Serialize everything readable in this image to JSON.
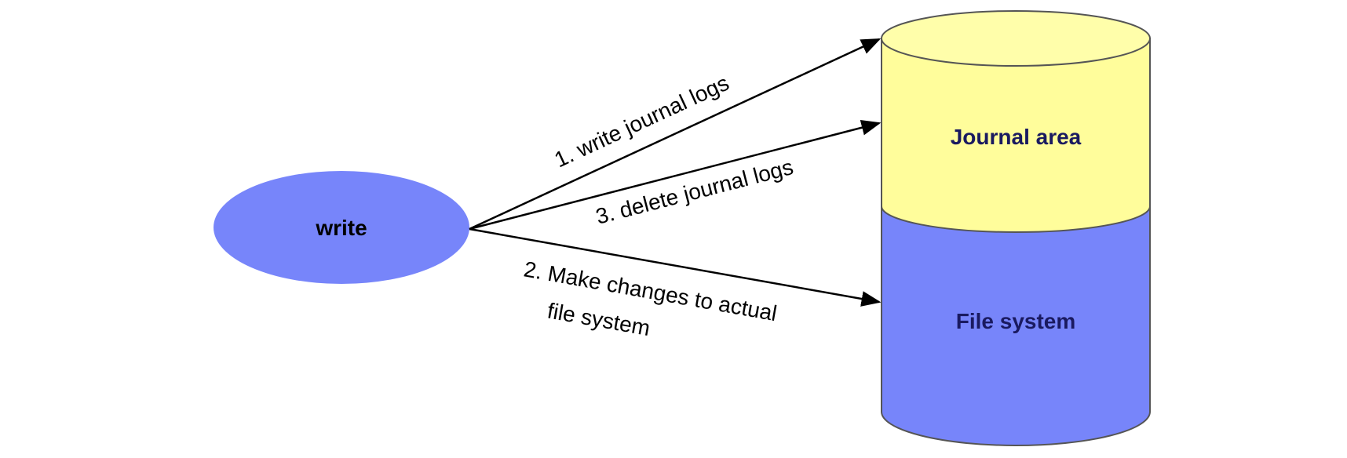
{
  "diagram": {
    "source_node": {
      "label": "write",
      "fill": "#7785fa"
    },
    "storage": {
      "journal_area": {
        "label": "Journal area",
        "fill": "#fffd9b"
      },
      "file_system": {
        "label": "File system",
        "fill": "#7785fa"
      }
    },
    "edges": [
      {
        "label": "1. write journal logs",
        "target": "journal_area"
      },
      {
        "label": "3. delete journal logs",
        "target": "journal_area"
      },
      {
        "label_line1": "2. Make changes to actual",
        "label_line2": "file system",
        "target": "file_system"
      }
    ],
    "colors": {
      "stroke": "#000000",
      "outline": "#555555",
      "db_text": "#1a1a60"
    }
  }
}
